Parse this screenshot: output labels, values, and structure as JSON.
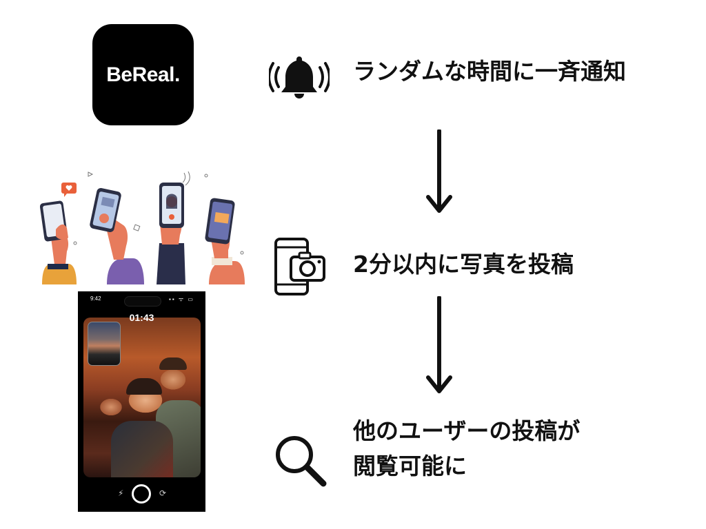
{
  "logo": {
    "text": "BeReal."
  },
  "steps": [
    {
      "icon": "bell-ringing-icon",
      "lines": [
        "ランダムな時間に一斉通知"
      ]
    },
    {
      "icon": "phone-camera-icon",
      "lines": [
        "2分以内に写真を投稿"
      ]
    },
    {
      "icon": "magnifier-icon",
      "lines": [
        "他のユーザーの投稿が",
        "閲覧可能に"
      ]
    }
  ],
  "arrows": [
    "down-arrow-icon",
    "down-arrow-icon"
  ],
  "phone_screenshot": {
    "status_time": "9:42",
    "status_right": "▪▪ ᯤ ▭",
    "timer": "01:43",
    "shutter_icon": "shutter-button-icon",
    "flash_icon": "flash-off-icon",
    "flip_icon": "flip-camera-icon"
  },
  "colors": {
    "text": "#111111",
    "background": "#ffffff",
    "logo_bg": "#000000"
  }
}
